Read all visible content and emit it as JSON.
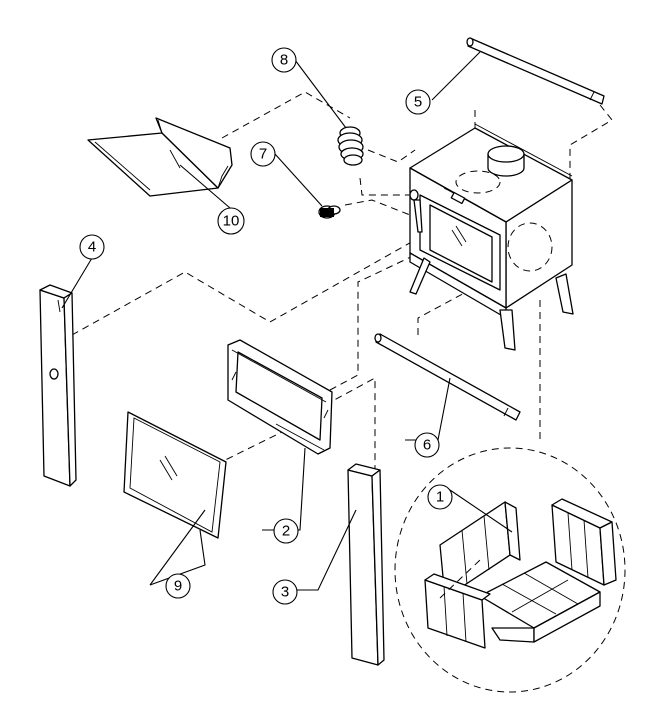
{
  "callouts": [
    {
      "label": "1"
    },
    {
      "label": "2"
    },
    {
      "label": "3"
    },
    {
      "label": "4"
    },
    {
      "label": "5"
    },
    {
      "label": "6"
    },
    {
      "label": "7"
    },
    {
      "label": "8"
    },
    {
      "label": "9"
    },
    {
      "label": "10"
    }
  ],
  "colors": {
    "line": "#000000",
    "background": "#ffffff"
  }
}
